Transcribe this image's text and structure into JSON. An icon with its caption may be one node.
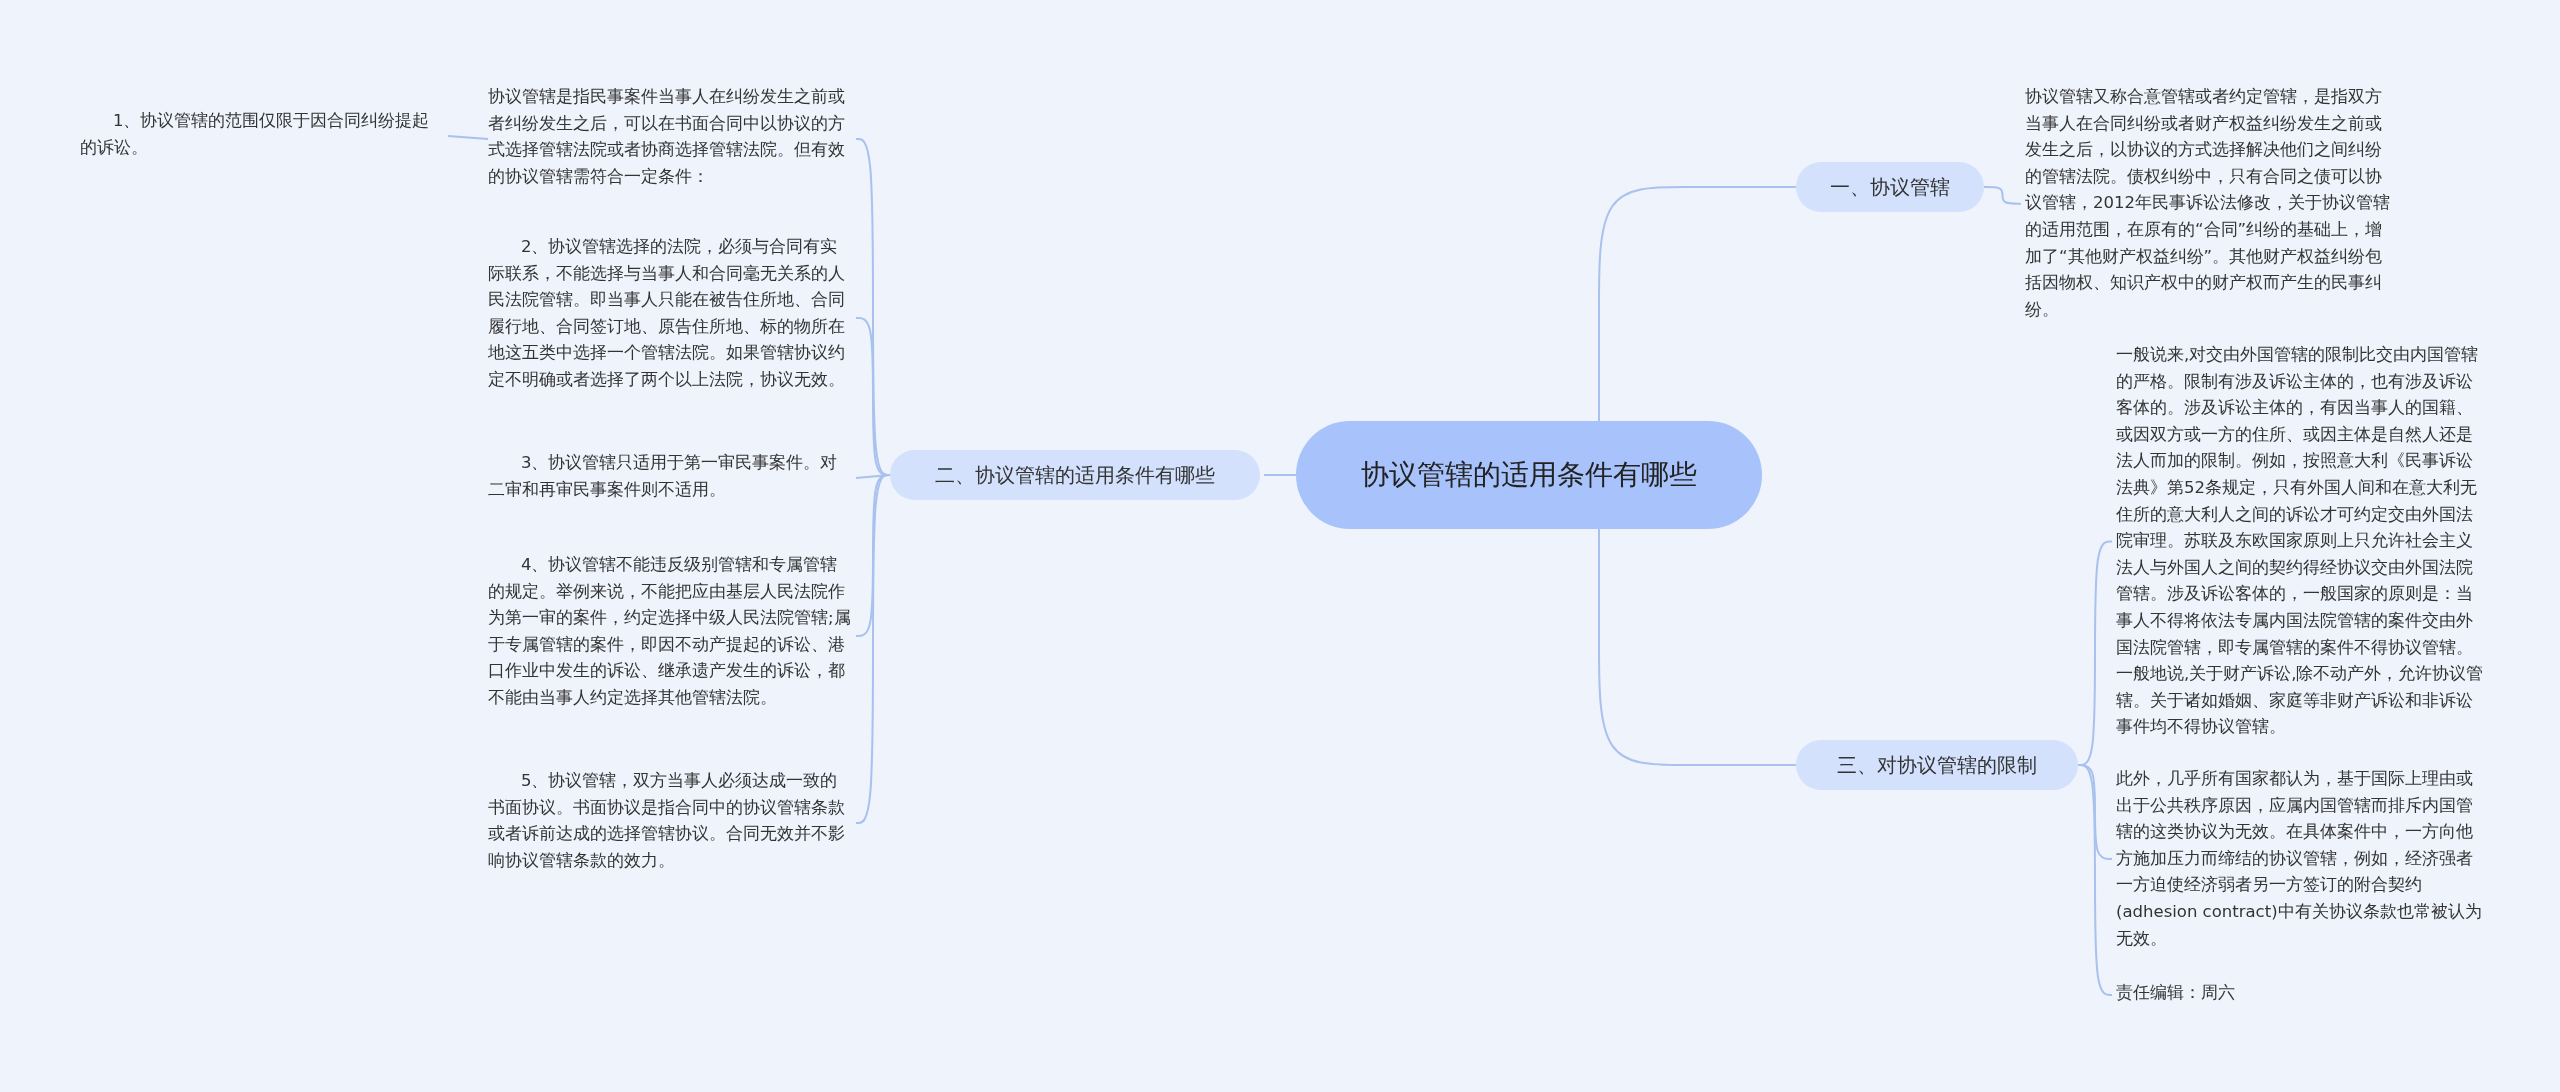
{
  "diagram": {
    "nodes": [
      {
        "text": [
          "协议管辖的适用条件有哪些"
        ]
      },
      {
        "text": [
          "一、协议管辖"
        ]
      },
      {
        "text": [
          "协议管辖又称合意管辖或者约定管辖，是指双方当事人在合同纠纷或者财产权益纠纷发生之前或发生之后，以协议的方式选择解决他们之间纠纷的管辖法院。债权纠纷中，只有合同之债可以协议管辖，2012年民事诉讼法修改，关于协议管辖的适用范围，在原有的“合同”纠纷的基础上，增加了“其他财产权益纠纷”。其他财产权益纠纷包括因物权、知识产权中的财产权而产生的民事纠纷。"
        ]
      },
      {
        "text": [
          "二、协议管辖的适用条件有哪些"
        ]
      },
      {
        "text": [
          "协议管辖是指民事案件当事人在纠纷发生之前或者纠纷发生之后，可以在书面合同中以协议的方式选择管辖法院或者协商选择管辖法院。但有效的协议管辖需符合一定条件："
        ]
      },
      {
        "text": [
          "1、协议管辖的范围仅限于因合同纠纷提起的诉讼。"
        ]
      },
      {
        "text": [
          "2、协议管辖选择的法院，必须与合同有实际联系，不能选择与当事人和合同毫无关系的人民法院管辖。即当事人只能在被告住所地、合同履行地、合同签订地、原告住所地、标的物所在地这五类中选择一个管辖法院。如果管辖协议约定不明确或者选择了两个以上法院，协议无效。"
        ]
      },
      {
        "text": [
          "3、协议管辖只适用于第一审民事案件。对二审和再审民事案件则不适用。"
        ]
      },
      {
        "text": [
          "4、协议管辖不能违反级别管辖和专属管辖的规定。举例来说，不能把应由基层人民法院作为第一审的案件，约定选择中级人民法院管辖;属于专属管辖的案件，即因不动产提起的诉讼、港口作业中发生的诉讼、继承遗产发生的诉讼，都不能由当事人约定选择其他管辖法院。"
        ]
      },
      {
        "text": [
          "5、协议管辖，双方当事人必须达成一致的书面协议。书面协议是指合同中的协议管辖条款或者诉前达成的选择管辖协议。合同无效并不影响协议管辖条款的效力。"
        ]
      },
      {
        "text": [
          "三、对协议管辖的限制"
        ]
      },
      {
        "text": [
          "一般说来,对交由外国管辖的限制比交由内国管辖的严格。限制有涉及诉讼主体的，也有涉及诉讼客体的。涉及诉讼主体的，有因当事人的国籍、或因双方或一方的住所、或因主体是自然人还是法人而加的限制。例如，按照意大利《民事诉讼法典》第52条规定，只有外国人间和在意大利无住所的意大利人之间的诉讼才可约定交由外国法院审理。苏联及东欧国家原则上只允许社会主义法人与外国人之间的契约得经协议交由外国法院管辖。涉及诉讼客体的，一般国家的原则是：当事人不得将依法专属内国法院管辖的案件交由外国法院管辖，即专属管辖的案件不得协议管辖。一般地说,关于财产诉讼,除不动产外，允许协议管辖。关于诸如婚姻、家庭等非财产诉讼和非诉讼事件均不得协议管辖。"
        ]
      },
      {
        "text": [
          "此外，几乎所有国家都认为，基于国际上理由或出于公共秩序原因，应属内国管辖而排斥内国管辖的这类协议为无效。在具体案件中，一方向他方施加压力而缔结的协议管辖，例如，经济强者一方迫使经济弱者另一方签订的附合契约 (adhesion contract)中有关协议条款也常被认为无效。"
        ]
      },
      {
        "text": [
          "责任编辑：周六"
        ]
      }
    ],
    "edges": [
      {
        "from": 0,
        "to": 1,
        "arrow": "none"
      },
      {
        "from": 1,
        "to": 2,
        "arrow": "none"
      },
      {
        "from": 0,
        "to": 3,
        "arrow": "none"
      },
      {
        "from": 3,
        "to": 4,
        "arrow": "none"
      },
      {
        "from": 4,
        "to": 5,
        "arrow": "none"
      },
      {
        "from": 3,
        "to": 6,
        "arrow": "none"
      },
      {
        "from": 3,
        "to": 7,
        "arrow": "none"
      },
      {
        "from": 3,
        "to": 8,
        "arrow": "none"
      },
      {
        "from": 3,
        "to": 9,
        "arrow": "none"
      },
      {
        "from": 0,
        "to": 10,
        "arrow": "none"
      },
      {
        "from": 10,
        "to": 11,
        "arrow": "none"
      },
      {
        "from": 10,
        "to": 12,
        "arrow": "none"
      },
      {
        "from": 10,
        "to": 13,
        "arrow": "none"
      }
    ]
  }
}
